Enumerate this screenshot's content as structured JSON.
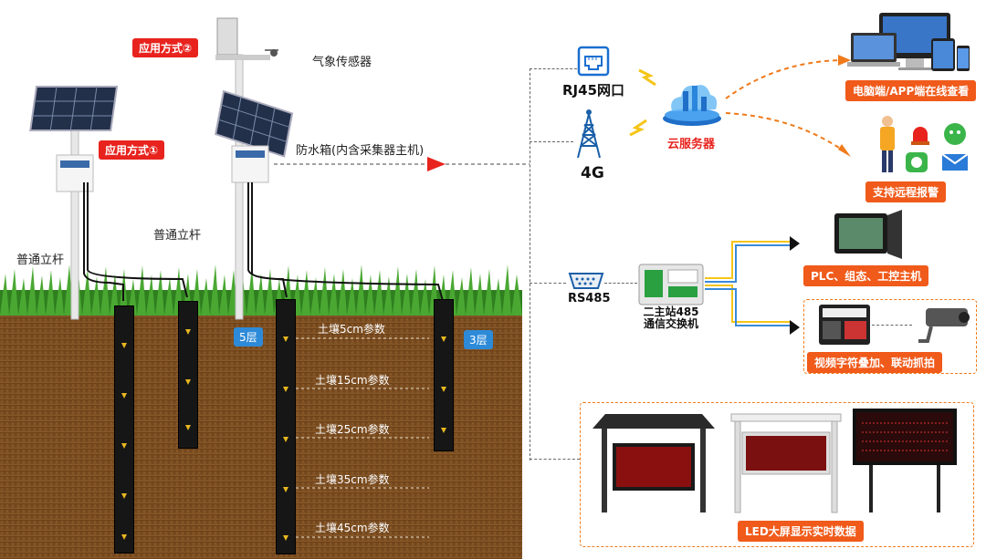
{
  "tags": {
    "method1": "应用方式①",
    "method2": "应用方式②"
  },
  "labels": {
    "weather_sensor": "气象传感器",
    "waterproof_box": "防水箱(内含采集器主机)",
    "pole_left": "普通立杆",
    "pole_mid": "普通立杆",
    "layer5": "5层",
    "layer3": "3层",
    "rj45": "RJ45网口",
    "g4": "4G",
    "cloud": "云服务器",
    "rs485": "RS485",
    "switch": "二主站485\n通信交换机"
  },
  "soil_params": [
    "土壤5cm参数",
    "土壤15cm参数",
    "土壤25cm参数",
    "土壤35cm参数",
    "土壤45cm参数"
  ],
  "outputs": {
    "pc_app": "电脑端/APP端在线查看",
    "remote_alarm": "支持远程报警",
    "plc": "PLC、组态、工控主机",
    "video": "视频字符叠加、联动抓拍",
    "led": "LED大屏显示实时数据"
  },
  "colors": {
    "accent_red": "#e8231e",
    "accent_orange": "#f05a1a",
    "soil": "#7a4a1c",
    "grass": "#3f9a2a",
    "layer_blue": "#2d8ad8"
  }
}
